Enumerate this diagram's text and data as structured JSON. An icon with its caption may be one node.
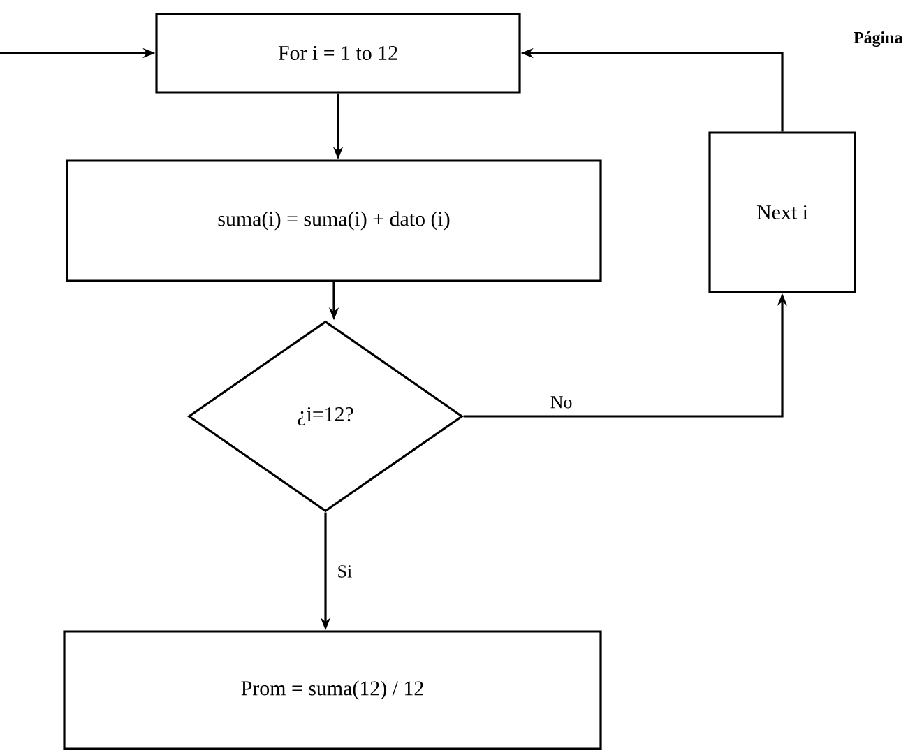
{
  "diagram": {
    "nodes": [
      {
        "text": [
          "For i = 1 to 12"
        ]
      },
      {
        "text": [
          "suma(i) = suma(i) + dato (i)"
        ]
      },
      {
        "text": [
          "¿i=12?"
        ]
      },
      {
        "text": [
          "Prom = suma(12) / 12"
        ]
      },
      {
        "text": [
          "Next i"
        ]
      }
    ],
    "edges": [
      {
        "from": null,
        "to": 0,
        "arrow": "to"
      },
      {
        "from": 0,
        "to": 1,
        "arrow": "to"
      },
      {
        "from": 1,
        "to": 2,
        "arrow": "to"
      },
      {
        "from": 2,
        "to": 3,
        "arrow": "to",
        "label": "Si"
      },
      {
        "from": 2,
        "to": 4,
        "arrow": "to",
        "label": "No"
      },
      {
        "from": 4,
        "to": 0,
        "arrow": "to"
      }
    ],
    "labels": [
      "Página"
    ]
  }
}
